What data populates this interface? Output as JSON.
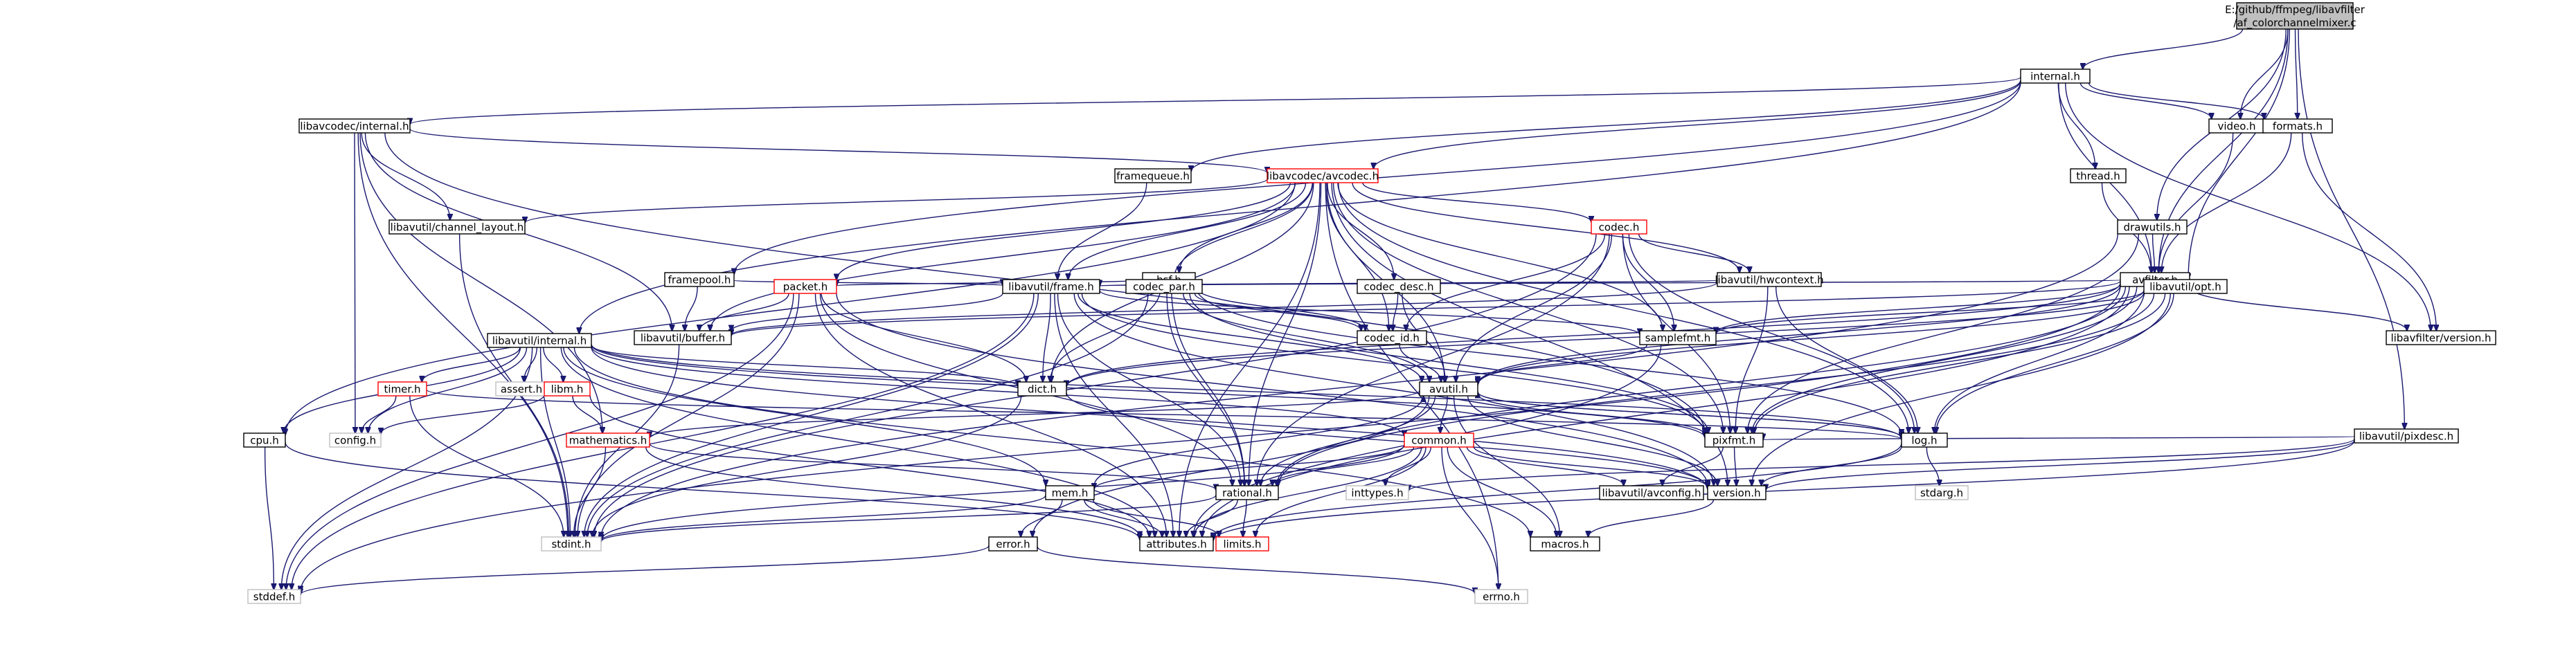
{
  "colors": {
    "edge": "#191970",
    "box_normal": "#000000",
    "box_truncated": "#ff0000",
    "box_system": "#bfbfbf",
    "root_fill": "#bfbfbf",
    "text": "#000000",
    "text_system": "#000000"
  },
  "nodes": [
    {
      "id": "root",
      "label": "E:/github/ffmpeg/libavfilter\n/af_colorchannelmixer.c",
      "kind": "root"
    },
    {
      "id": "internal_h",
      "label": "internal.h",
      "kind": "normal"
    },
    {
      "id": "libavcodec_internal_h",
      "label": "libavcodec/internal.h",
      "kind": "normal"
    },
    {
      "id": "framequeue_h",
      "label": "framequeue.h",
      "kind": "normal"
    },
    {
      "id": "avcodec_h",
      "label": "libavcodec/avcodec.h",
      "kind": "truncated"
    },
    {
      "id": "video_h",
      "label": "video.h",
      "kind": "normal"
    },
    {
      "id": "formats_h",
      "label": "formats.h",
      "kind": "normal"
    },
    {
      "id": "thread_h",
      "label": "thread.h",
      "kind": "normal"
    },
    {
      "id": "drawutils_h",
      "label": "drawutils.h",
      "kind": "normal"
    },
    {
      "id": "avfilter_h",
      "label": "avfilter.h",
      "kind": "normal"
    },
    {
      "id": "channel_layout_h",
      "label": "libavutil/channel_layout.h",
      "kind": "normal"
    },
    {
      "id": "codec_h",
      "label": "codec.h",
      "kind": "truncated"
    },
    {
      "id": "hwcontext_h",
      "label": "libavutil/hwcontext.h",
      "kind": "normal"
    },
    {
      "id": "framepool_h",
      "label": "framepool.h",
      "kind": "normal"
    },
    {
      "id": "bsf_h",
      "label": "bsf.h",
      "kind": "normal"
    },
    {
      "id": "packet_h",
      "label": "packet.h",
      "kind": "truncated"
    },
    {
      "id": "frame_h",
      "label": "libavutil/frame.h",
      "kind": "normal"
    },
    {
      "id": "codec_par_h",
      "label": "codec_par.h",
      "kind": "normal"
    },
    {
      "id": "codec_desc_h",
      "label": "codec_desc.h",
      "kind": "normal"
    },
    {
      "id": "buffer_h",
      "label": "libavutil/buffer.h",
      "kind": "normal"
    },
    {
      "id": "codec_id_h",
      "label": "codec_id.h",
      "kind": "normal"
    },
    {
      "id": "samplefmt_h",
      "label": "samplefmt.h",
      "kind": "normal"
    },
    {
      "id": "libavutil_internal_h",
      "label": "libavutil/internal.h",
      "kind": "normal"
    },
    {
      "id": "opt_h",
      "label": "libavutil/opt.h",
      "kind": "normal"
    },
    {
      "id": "libavfilter_version_h",
      "label": "libavfilter/version.h",
      "kind": "normal"
    },
    {
      "id": "timer_h",
      "label": "timer.h",
      "kind": "truncated"
    },
    {
      "id": "assert_h",
      "label": "assert.h",
      "kind": "system"
    },
    {
      "id": "libm_h",
      "label": "libm.h",
      "kind": "truncated"
    },
    {
      "id": "dict_h",
      "label": "dict.h",
      "kind": "normal"
    },
    {
      "id": "avutil_h",
      "label": "avutil.h",
      "kind": "normal"
    },
    {
      "id": "pixdesc_h",
      "label": "libavutil/pixdesc.h",
      "kind": "normal"
    },
    {
      "id": "mathematics_h",
      "label": "mathematics.h",
      "kind": "truncated"
    },
    {
      "id": "cpu_h",
      "label": "cpu.h",
      "kind": "normal"
    },
    {
      "id": "config_h",
      "label": "config.h",
      "kind": "system"
    },
    {
      "id": "common_h",
      "label": "common.h",
      "kind": "truncated"
    },
    {
      "id": "pixfmt_h",
      "label": "pixfmt.h",
      "kind": "normal"
    },
    {
      "id": "log_h",
      "label": "log.h",
      "kind": "normal"
    },
    {
      "id": "mem_h",
      "label": "mem.h",
      "kind": "normal"
    },
    {
      "id": "rational_h",
      "label": "rational.h",
      "kind": "normal"
    },
    {
      "id": "inttypes_h",
      "label": "inttypes.h",
      "kind": "system"
    },
    {
      "id": "avconfig_h",
      "label": "libavutil/avconfig.h",
      "kind": "normal"
    },
    {
      "id": "version_h",
      "label": "version.h",
      "kind": "normal"
    },
    {
      "id": "stdarg_h",
      "label": "stdarg.h",
      "kind": "system"
    },
    {
      "id": "stdint_h",
      "label": "stdint.h",
      "kind": "system"
    },
    {
      "id": "attributes_h",
      "label": "attributes.h",
      "kind": "normal"
    },
    {
      "id": "limits_h",
      "label": "limits.h",
      "kind": "truncated"
    },
    {
      "id": "macros_h",
      "label": "macros.h",
      "kind": "normal"
    },
    {
      "id": "error_h",
      "label": "error.h",
      "kind": "normal"
    },
    {
      "id": "stddef_h",
      "label": "stddef.h",
      "kind": "system"
    },
    {
      "id": "errno_h",
      "label": "errno.h",
      "kind": "system"
    }
  ],
  "edges": [
    [
      "root",
      "internal_h"
    ],
    [
      "root",
      "video_h"
    ],
    [
      "root",
      "formats_h"
    ],
    [
      "root",
      "drawutils_h"
    ],
    [
      "root",
      "avfilter_h"
    ],
    [
      "root",
      "opt_h"
    ],
    [
      "root",
      "pixdesc_h"
    ],
    [
      "internal_h",
      "libavcodec_internal_h"
    ],
    [
      "internal_h",
      "framequeue_h"
    ],
    [
      "internal_h",
      "avcodec_h"
    ],
    [
      "internal_h",
      "video_h"
    ],
    [
      "internal_h",
      "formats_h"
    ],
    [
      "internal_h",
      "thread_h"
    ],
    [
      "internal_h",
      "avfilter_h"
    ],
    [
      "internal_h",
      "framepool_h"
    ],
    [
      "internal_h",
      "libavutil_internal_h"
    ],
    [
      "internal_h",
      "libavfilter_version_h"
    ],
    [
      "libavcodec_internal_h",
      "avcodec_h"
    ],
    [
      "libavcodec_internal_h",
      "channel_layout_h"
    ],
    [
      "libavcodec_internal_h",
      "buffer_h"
    ],
    [
      "libavcodec_internal_h",
      "config_h"
    ],
    [
      "libavcodec_internal_h",
      "mathematics_h"
    ],
    [
      "libavcodec_internal_h",
      "pixfmt_h"
    ],
    [
      "libavcodec_internal_h",
      "stdint_h"
    ],
    [
      "framequeue_h",
      "frame_h"
    ],
    [
      "avcodec_h",
      "channel_layout_h"
    ],
    [
      "avcodec_h",
      "codec_h"
    ],
    [
      "avcodec_h",
      "hwcontext_h"
    ],
    [
      "avcodec_h",
      "bsf_h"
    ],
    [
      "avcodec_h",
      "packet_h"
    ],
    [
      "avcodec_h",
      "frame_h"
    ],
    [
      "avcodec_h",
      "codec_par_h"
    ],
    [
      "avcodec_h",
      "codec_desc_h"
    ],
    [
      "avcodec_h",
      "buffer_h"
    ],
    [
      "avcodec_h",
      "codec_id_h"
    ],
    [
      "avcodec_h",
      "samplefmt_h"
    ],
    [
      "avcodec_h",
      "dict_h"
    ],
    [
      "avcodec_h",
      "avutil_h"
    ],
    [
      "avcodec_h",
      "cpu_h"
    ],
    [
      "avcodec_h",
      "pixfmt_h"
    ],
    [
      "avcodec_h",
      "log_h"
    ],
    [
      "avcodec_h",
      "rational_h"
    ],
    [
      "avcodec_h",
      "attributes_h"
    ],
    [
      "avcodec_h",
      "version_h"
    ],
    [
      "avcodec_h",
      "errno_h"
    ],
    [
      "video_h",
      "avfilter_h"
    ],
    [
      "formats_h",
      "avfilter_h"
    ],
    [
      "formats_h",
      "libavfilter_version_h"
    ],
    [
      "thread_h",
      "avfilter_h"
    ],
    [
      "drawutils_h",
      "avfilter_h"
    ],
    [
      "drawutils_h",
      "pixfmt_h"
    ],
    [
      "drawutils_h",
      "stdint_h"
    ],
    [
      "avfilter_h",
      "frame_h"
    ],
    [
      "avfilter_h",
      "buffer_h"
    ],
    [
      "avfilter_h",
      "samplefmt_h"
    ],
    [
      "avfilter_h",
      "dict_h"
    ],
    [
      "avfilter_h",
      "avutil_h"
    ],
    [
      "avfilter_h",
      "pixfmt_h"
    ],
    [
      "avfilter_h",
      "log_h"
    ],
    [
      "avfilter_h",
      "rational_h"
    ],
    [
      "avfilter_h",
      "attributes_h"
    ],
    [
      "avfilter_h",
      "libavfilter_version_h"
    ],
    [
      "avfilter_h",
      "stddef_h"
    ],
    [
      "channel_layout_h",
      "stdint_h"
    ],
    [
      "codec_h",
      "hwcontext_h"
    ],
    [
      "codec_h",
      "codec_id_h"
    ],
    [
      "codec_h",
      "samplefmt_h"
    ],
    [
      "codec_h",
      "avutil_h"
    ],
    [
      "codec_h",
      "pixfmt_h"
    ],
    [
      "codec_h",
      "log_h"
    ],
    [
      "codec_h",
      "rational_h"
    ],
    [
      "codec_h",
      "stdint_h"
    ],
    [
      "hwcontext_h",
      "frame_h"
    ],
    [
      "hwcontext_h",
      "buffer_h"
    ],
    [
      "hwcontext_h",
      "pixfmt_h"
    ],
    [
      "hwcontext_h",
      "log_h"
    ],
    [
      "framepool_h",
      "frame_h"
    ],
    [
      "framepool_h",
      "buffer_h"
    ],
    [
      "bsf_h",
      "packet_h"
    ],
    [
      "bsf_h",
      "codec_par_h"
    ],
    [
      "bsf_h",
      "codec_id_h"
    ],
    [
      "bsf_h",
      "dict_h"
    ],
    [
      "bsf_h",
      "log_h"
    ],
    [
      "bsf_h",
      "rational_h"
    ],
    [
      "packet_h",
      "buffer_h"
    ],
    [
      "packet_h",
      "dict_h"
    ],
    [
      "packet_h",
      "rational_h"
    ],
    [
      "packet_h",
      "attributes_h"
    ],
    [
      "packet_h",
      "version_h"
    ],
    [
      "packet_h",
      "stddef_h"
    ],
    [
      "packet_h",
      "stdint_h"
    ],
    [
      "frame_h",
      "buffer_h"
    ],
    [
      "frame_h",
      "dict_h"
    ],
    [
      "frame_h",
      "avutil_h"
    ],
    [
      "frame_h",
      "pixfmt_h"
    ],
    [
      "frame_h",
      "samplefmt_h"
    ],
    [
      "frame_h",
      "rational_h"
    ],
    [
      "frame_h",
      "attributes_h"
    ],
    [
      "frame_h",
      "version_h"
    ],
    [
      "frame_h",
      "stdint_h"
    ],
    [
      "frame_h",
      "stddef_h"
    ],
    [
      "codec_par_h",
      "codec_id_h"
    ],
    [
      "codec_par_h",
      "avutil_h"
    ],
    [
      "codec_par_h",
      "pixfmt_h"
    ],
    [
      "codec_par_h",
      "rational_h"
    ],
    [
      "codec_par_h",
      "stdint_h"
    ],
    [
      "codec_desc_h",
      "codec_id_h"
    ],
    [
      "codec_desc_h",
      "avutil_h"
    ],
    [
      "buffer_h",
      "stdint_h"
    ],
    [
      "codec_id_h",
      "avutil_h"
    ],
    [
      "samplefmt_h",
      "avutil_h"
    ],
    [
      "samplefmt_h",
      "attributes_h"
    ],
    [
      "libavutil_internal_h",
      "timer_h"
    ],
    [
      "libavutil_internal_h",
      "assert_h"
    ],
    [
      "libavutil_internal_h",
      "libm_h"
    ],
    [
      "libavutil_internal_h",
      "dict_h"
    ],
    [
      "libavutil_internal_h",
      "pixfmt_h"
    ],
    [
      "libavutil_internal_h",
      "cpu_h"
    ],
    [
      "libavutil_internal_h",
      "config_h"
    ],
    [
      "libavutil_internal_h",
      "mem_h"
    ],
    [
      "libavutil_internal_h",
      "log_h"
    ],
    [
      "libavutil_internal_h",
      "version_h"
    ],
    [
      "libavutil_internal_h",
      "attributes_h"
    ],
    [
      "libavutil_internal_h",
      "macros_h"
    ],
    [
      "libavutil_internal_h",
      "stdint_h"
    ],
    [
      "libavutil_internal_h",
      "stddef_h"
    ],
    [
      "libavutil_internal_h",
      "common_h"
    ],
    [
      "opt_h",
      "dict_h"
    ],
    [
      "opt_h",
      "avutil_h"
    ],
    [
      "opt_h",
      "samplefmt_h"
    ],
    [
      "opt_h",
      "pixfmt_h"
    ],
    [
      "opt_h",
      "log_h"
    ],
    [
      "opt_h",
      "rational_h"
    ],
    [
      "opt_h",
      "version_h"
    ],
    [
      "timer_h",
      "config_h"
    ],
    [
      "timer_h",
      "stdint_h"
    ],
    [
      "timer_h",
      "log_h"
    ],
    [
      "libm_h",
      "attributes_h"
    ],
    [
      "libm_h",
      "mathematics_h"
    ],
    [
      "libm_h",
      "config_h"
    ],
    [
      "dict_h",
      "stdint_h"
    ],
    [
      "dict_h",
      "version_h"
    ],
    [
      "avutil_h",
      "common_h"
    ],
    [
      "avutil_h",
      "error_h"
    ],
    [
      "avutil_h",
      "rational_h"
    ],
    [
      "avutil_h",
      "version_h"
    ],
    [
      "avutil_h",
      "macros_h"
    ],
    [
      "avutil_h",
      "mathematics_h"
    ],
    [
      "avutil_h",
      "log_h"
    ],
    [
      "avutil_h",
      "pixfmt_h"
    ],
    [
      "pixdesc_h",
      "pixfmt_h"
    ],
    [
      "pixdesc_h",
      "version_h"
    ],
    [
      "pixdesc_h",
      "attributes_h"
    ],
    [
      "pixdesc_h",
      "inttypes_h"
    ],
    [
      "mathematics_h",
      "stdint_h"
    ],
    [
      "mathematics_h",
      "attributes_h"
    ],
    [
      "mathematics_h",
      "rational_h"
    ],
    [
      "cpu_h",
      "attributes_h"
    ],
    [
      "cpu_h",
      "stddef_h"
    ],
    [
      "common_h",
      "attributes_h"
    ],
    [
      "common_h",
      "macros_h"
    ],
    [
      "common_h",
      "version_h"
    ],
    [
      "common_h",
      "avconfig_h"
    ],
    [
      "common_h",
      "inttypes_h"
    ],
    [
      "common_h",
      "limits_h"
    ],
    [
      "common_h",
      "errno_h"
    ],
    [
      "common_h",
      "stdint_h"
    ],
    [
      "common_h",
      "mem_h"
    ],
    [
      "common_h",
      "rational_h"
    ],
    [
      "pixfmt_h",
      "avconfig_h"
    ],
    [
      "pixfmt_h",
      "version_h"
    ],
    [
      "log_h",
      "attributes_h"
    ],
    [
      "log_h",
      "version_h"
    ],
    [
      "log_h",
      "stdarg_h"
    ],
    [
      "log_h",
      "avutil_h"
    ],
    [
      "mem_h",
      "attributes_h"
    ],
    [
      "mem_h",
      "error_h"
    ],
    [
      "mem_h",
      "avutil_h"
    ],
    [
      "mem_h",
      "limits_h"
    ],
    [
      "mem_h",
      "stdint_h"
    ],
    [
      "rational_h",
      "attributes_h"
    ],
    [
      "rational_h",
      "limits_h"
    ],
    [
      "rational_h",
      "stdint_h"
    ],
    [
      "version_h",
      "macros_h"
    ],
    [
      "error_h",
      "errno_h"
    ],
    [
      "error_h",
      "stddef_h"
    ]
  ]
}
